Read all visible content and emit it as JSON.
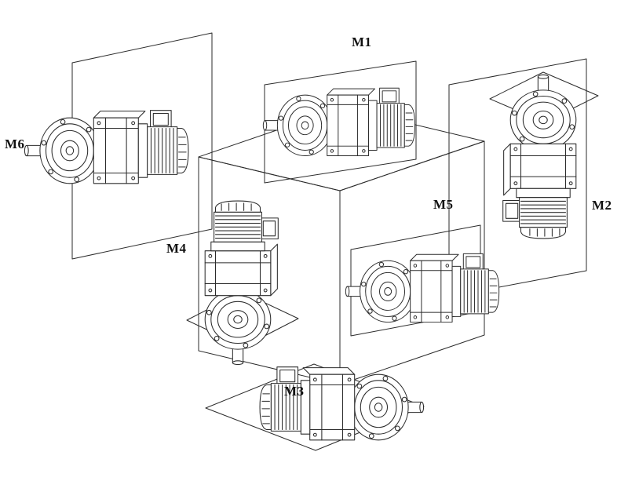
{
  "diagram": {
    "labels": {
      "m1": "M1",
      "m2": "M2",
      "m3": "M3",
      "m4": "M4",
      "m5": "M5",
      "m6": "M6"
    },
    "colors": {
      "line": "#2b2b2b",
      "background": "#ffffff",
      "label_text": "#111111"
    }
  }
}
